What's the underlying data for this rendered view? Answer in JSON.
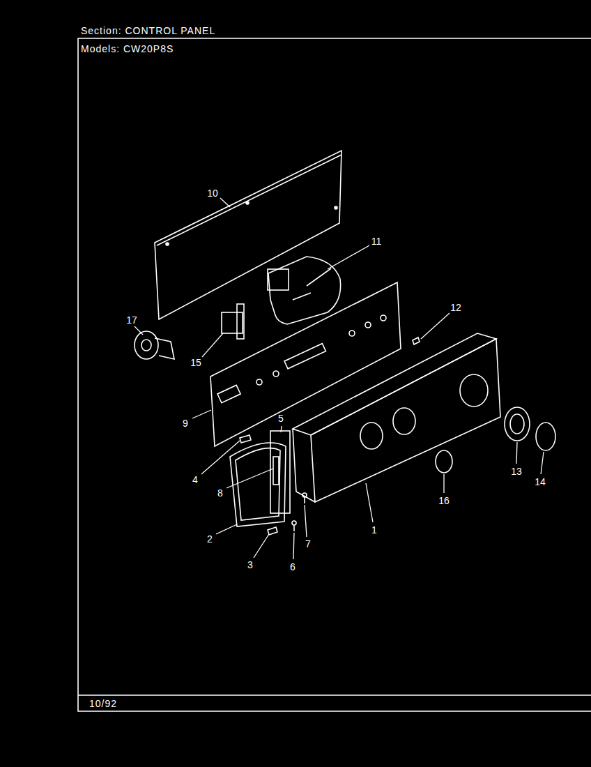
{
  "diagram": {
    "title": "Section: CONTROL PANEL",
    "labels": [
      "Models: CW20P8S",
      "10",
      "11",
      "17",
      "15",
      "12",
      "9",
      "5",
      "4",
      "8",
      "2",
      "3",
      "6",
      "7",
      "1",
      "16",
      "13",
      "14",
      "10/92"
    ]
  }
}
